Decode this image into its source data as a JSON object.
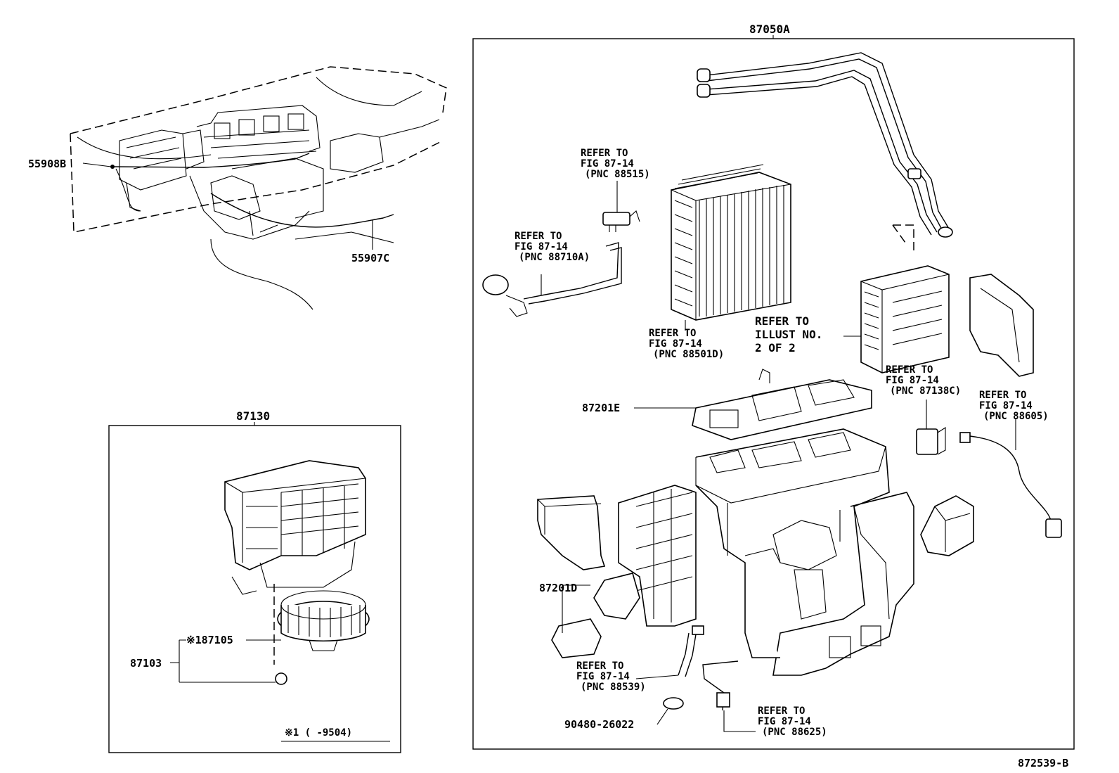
{
  "callouts": {
    "assembly_main": "87050A",
    "blower_assembly": "87130",
    "cable_1": "55908B",
    "cable_2": "55907C",
    "case_cover_e": "87201E",
    "case_cover_d": "87201D",
    "blower_group": "87103",
    "blower_motor": "※187105",
    "damper_seal": "90480-26022",
    "footnote": "※1 (    -9504)",
    "figure_id": "872539-B"
  },
  "refs": {
    "r88515": [
      "REFER TO",
      "FIG 87-14",
      "(PNC 88515)"
    ],
    "r88710a": [
      "REFER TO",
      "FIG 87-14",
      "(PNC 88710A)"
    ],
    "r88501d": [
      "REFER TO",
      "FIG 87-14",
      "(PNC 88501D)"
    ],
    "illust": [
      "REFER TO",
      "ILLUST NO.",
      "2 OF 2"
    ],
    "r87138c": [
      "REFER TO",
      "FIG 87-14",
      "(PNC 87138C)"
    ],
    "r88605": [
      "REFER TO",
      "FIG 87-14",
      "(PNC 88605)"
    ],
    "r88539": [
      "REFER TO",
      "FIG 87-14",
      "(PNC 88539)"
    ],
    "r88625": [
      "REFER TO",
      "FIG 87-14",
      "(PNC 88625)"
    ]
  }
}
